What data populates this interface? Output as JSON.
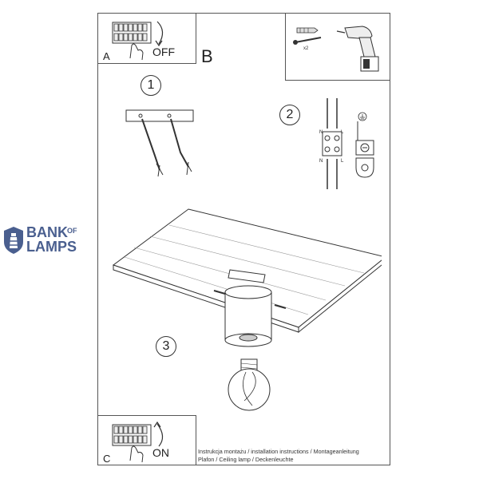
{
  "panels": {
    "a_label": "A",
    "a_state": "OFF",
    "b_label": "B",
    "c_label": "C",
    "c_state": "ON"
  },
  "steps": [
    "1",
    "2",
    "3"
  ],
  "wiring": {
    "left_top": "N",
    "right_top": "L",
    "left_bottom": "N",
    "right_bottom": "L"
  },
  "screw_count": "x2",
  "caption": {
    "line1": "Instrukcja montażu / installation instructions / Montageanleitung",
    "line2": "Plafon / Ceiling lamp / Deckenleuchte"
  },
  "brand": {
    "word1": "BANK",
    "word2": "OF",
    "word3": "LAMPS",
    "color": "#4a5f8f"
  }
}
